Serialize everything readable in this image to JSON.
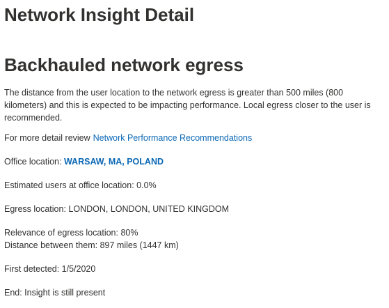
{
  "page": {
    "title": "Network Insight Detail"
  },
  "insight": {
    "title": "Backhauled network egress",
    "description": "The distance from the user location to the network egress is greater than 500 miles (800 kilometers) and this is expected to be impacting performance. Local egress closer to the user is recommended.",
    "review_prefix": "For more detail review",
    "review_link": "Network Performance Recommendations",
    "office_label": "Office location:",
    "office_value": "WARSAW, MA, POLAND",
    "estimated_users": "Estimated users at office location: 0.0%",
    "egress_location": "Egress location: LONDON, LONDON, UNITED KINGDOM",
    "relevance": "Relevance of egress location: 80%",
    "distance": "Distance between them: 897 miles (1447 km)",
    "first_detected": "First detected: 1/5/2020",
    "end": "End: Insight is still present"
  }
}
